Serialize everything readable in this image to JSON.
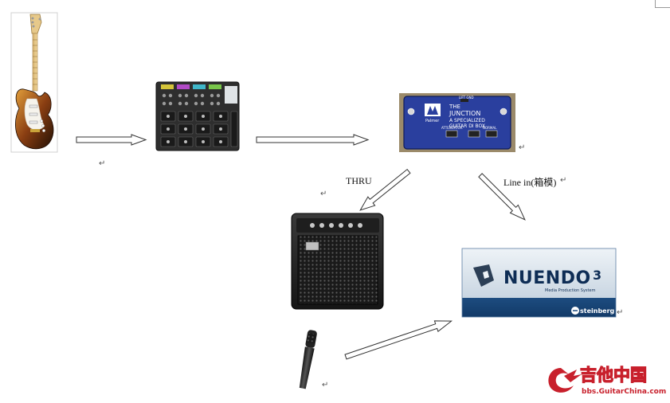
{
  "labels": {
    "thru": "THRU",
    "line_in": "Line in(箱模)"
  },
  "paragraph_mark": "↵",
  "devices": [
    {
      "name": "electric-guitar"
    },
    {
      "name": "multi-effects-pedal"
    },
    {
      "name": "di-box",
      "text": [
        "THE",
        "JUNCTION",
        "A SPECIALIZED",
        "GUITAR DI BOX"
      ],
      "brand": "Palmer",
      "top_text": "LIFT GND",
      "bottom_left": "ATTENUATOR",
      "bottom_right": "NORMAL"
    },
    {
      "name": "guitar-amplifier"
    },
    {
      "name": "nuendo-daw",
      "text": "NUENDO",
      "version": "3",
      "subtitle": "Media Production System",
      "vendor": "steinberg"
    },
    {
      "name": "microphone"
    }
  ],
  "watermark": {
    "title": "吉他中国",
    "url": "bbs.GuitarChina.com"
  },
  "colors": {
    "di_box_blue": "#2a3f9e",
    "nuendo_bg": "#1f4f86",
    "nuendo_text": "#0e2d55",
    "watermark_red": "#c8202c"
  }
}
